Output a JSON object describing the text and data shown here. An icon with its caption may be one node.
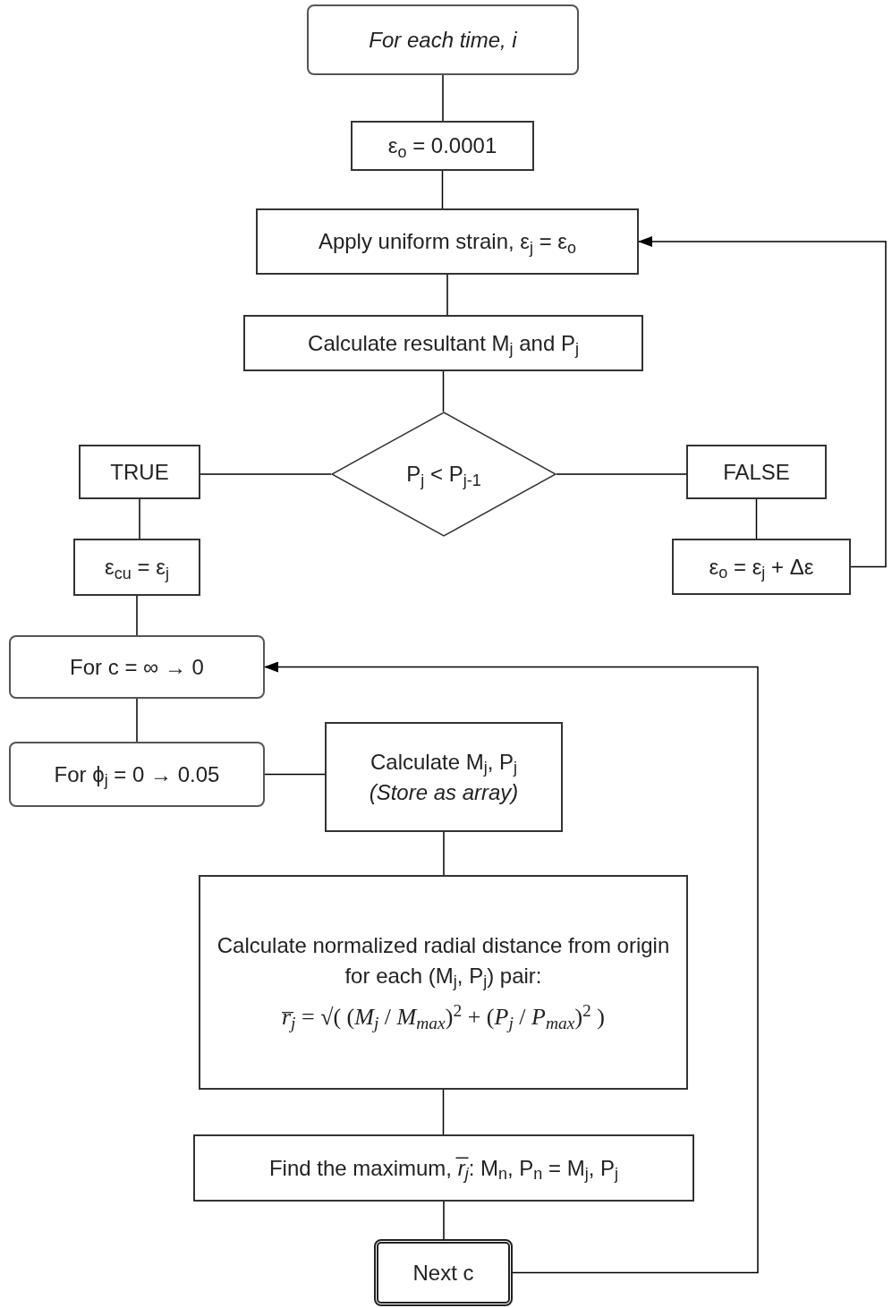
{
  "diagram": {
    "nodes": [
      {
        "text": [
          "For each time, i"
        ]
      },
      {
        "text": [
          "ε$_{o}$ = 0.0001"
        ]
      },
      {
        "text": [
          "Apply uniform strain, ε$_{j}$ = ε$_{o}$"
        ]
      },
      {
        "text": [
          "Calculate resultant M$_{j}$ and P$_{j}$"
        ]
      },
      {
        "text": [
          "P$_{j}$ < P$_{j-1}$"
        ]
      },
      {
        "text": [
          "TRUE"
        ]
      },
      {
        "text": [
          "FALSE"
        ]
      },
      {
        "text": [
          "ε$_{cu}$ = ε$_{j}$"
        ]
      },
      {
        "text": [
          "ε$_{o}$ = ε$_{j}$ + Δε"
        ]
      },
      {
        "text": [
          "For c = ∞ → 0"
        ]
      },
      {
        "text": [
          "For ϕ$_{j}$ = 0 → 0.05"
        ]
      },
      {
        "text": [
          "Calculate M$_{j}$, P$_{j}$",
          "(Store as array)"
        ]
      },
      {
        "text": [
          "Calculate normalized radial distance from origin for each (M$_{j}$, P$_{j}$) pair:",
          "*r̅$_{j}$* = √( (*M$_{j}$* / *M$_{max}$*)$^{2}$ + (*P$_{j}$* / *P$_{max}$*)$^{2}$ )"
        ]
      },
      {
        "text": [
          "Find the maximum, *r̅$_{j}$*:  M$_{n}$, P$_{n}$ = M$_{j}$, P$_{j}$"
        ]
      },
      {
        "text": [
          "Next c"
        ]
      }
    ],
    "edges": [
      {
        "from": 0,
        "to": 1,
        "arrow": "none"
      },
      {
        "from": 1,
        "to": 2,
        "arrow": "none"
      },
      {
        "from": 2,
        "to": 3,
        "arrow": "none"
      },
      {
        "from": 3,
        "to": 4,
        "arrow": "none"
      },
      {
        "from": 4,
        "to": 5,
        "arrow": "none"
      },
      {
        "from": 4,
        "to": 6,
        "arrow": "none"
      },
      {
        "from": 5,
        "to": 7,
        "arrow": "none"
      },
      {
        "from": 6,
        "to": 8,
        "arrow": "none"
      },
      {
        "from": 8,
        "to": 2,
        "arrow": "to"
      },
      {
        "from": 7,
        "to": 9,
        "arrow": "none"
      },
      {
        "from": 9,
        "to": 10,
        "arrow": "none"
      },
      {
        "from": 10,
        "to": 11,
        "arrow": "none"
      },
      {
        "from": 11,
        "to": 12,
        "arrow": "none"
      },
      {
        "from": 12,
        "to": 13,
        "arrow": "none"
      },
      {
        "from": 13,
        "to": 14,
        "arrow": "none"
      },
      {
        "from": 14,
        "to": 9,
        "arrow": "to"
      }
    ]
  }
}
